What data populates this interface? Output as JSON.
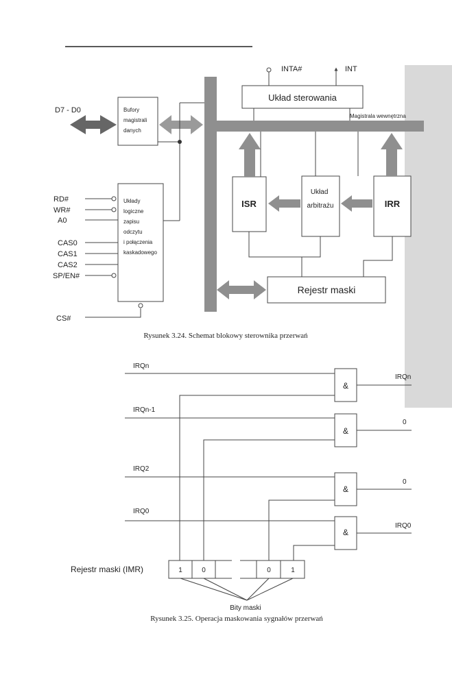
{
  "figure1": {
    "caption": "Rysunek 3.24. Schemat blokowy sterownika przerwań",
    "blocks": {
      "control": "Układ sterowania",
      "buffers": [
        "Bufory",
        "magistrali",
        "danych"
      ],
      "logic": [
        "Układy",
        "logiczne",
        "zapisu",
        "odczytu",
        "i połączenia",
        "kaskadowego"
      ],
      "isr": "ISR",
      "arbiter": [
        "Układ",
        "arbitrażu"
      ],
      "irr": "IRR",
      "mask_register": "Rejestr maski"
    },
    "labels": {
      "inta": "INTA#",
      "int": "INT",
      "data_bus": "D7 - D0",
      "internal_bus": "Magistrala wewnętrzna",
      "cs": "CS#"
    },
    "logic_inputs": [
      "RD#",
      "WR#",
      "A0",
      "CAS0",
      "CAS1",
      "CAS2",
      "SP/EN#"
    ]
  },
  "figure2": {
    "caption": "Rysunek 3.25. Operacja maskowania sygnałów przerwań",
    "gate_symbol": "&",
    "rows": [
      {
        "input": "IRQn",
        "output": "IRQn"
      },
      {
        "input": "IRQn-1",
        "output": "0"
      },
      {
        "input": "IRQ2",
        "output": "0"
      },
      {
        "input": "IRQ0",
        "output": "IRQ0"
      }
    ],
    "register_label": "Rejestr maski (IMR)",
    "mask_bits": [
      "1",
      "0",
      "0",
      "1"
    ],
    "bits_label": "Bity maski"
  },
  "colors": {
    "gray_bus": "#8f8f8f",
    "line": "#444444",
    "arrow_dark": "#666666"
  }
}
